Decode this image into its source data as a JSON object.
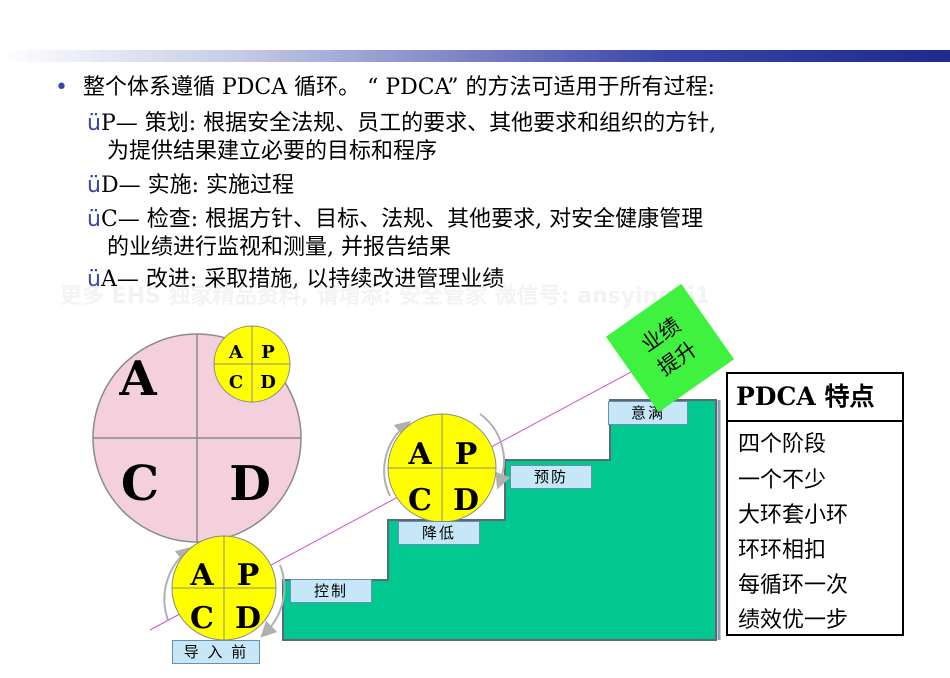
{
  "text": {
    "bullet_symbol": "•",
    "intro": "整个体系遵循 PDCA 循环。 “ PDCA” 的方法可适用于所有过程:",
    "tick_symbol": "ü",
    "p_line1": "P— 策划: 根据安全法规、员工的要求、其他要求和组织的方针,",
    "p_line2": "为提供结果建立必要的目标和程序",
    "d_line": "D— 实施: 实施过程",
    "c_line1": "C— 检查: 根据方针、目标、法规、其他要求, 对安全健康管理",
    "c_line2": "的业绩进行监视和测量, 并报告结果",
    "a_line": "A— 改进: 采取措施, 以持续改进管理业绩"
  },
  "watermark": "更多 EHS 独家精品资料, 请增添: 安全管家 微信号: ansyingsj1",
  "big_circle": {
    "a": "A",
    "c": "C",
    "d": "D",
    "small_a": "A",
    "small_p": "P",
    "small_c": "C",
    "small_d": "D"
  },
  "pdca_circles": [
    {
      "a": "A",
      "p": "P",
      "c": "C",
      "d": "D"
    },
    {
      "a": "A",
      "p": "P",
      "c": "C",
      "d": "D"
    }
  ],
  "stairs": {
    "before": "导 入 前",
    "control": "控制",
    "reduce": "降低",
    "prevent": "预防",
    "satisfy": "意满"
  },
  "performance_tag": {
    "line1": "业绩",
    "line2": "提升"
  },
  "features": {
    "title": "PDCA 特点",
    "items": [
      "四个阶段",
      "一个不少",
      "大环套小环",
      "环环相扣",
      "每循环一次",
      "绩效优一步"
    ]
  },
  "colors": {
    "stair_fill": "#00c890",
    "circle_yellow": "#ffff00",
    "big_circle_fill": "#f4d0dc",
    "arrow_gray": "#b0b0b0",
    "diagonal_line": "#d050d0",
    "tag_green": "#3ff23f"
  }
}
